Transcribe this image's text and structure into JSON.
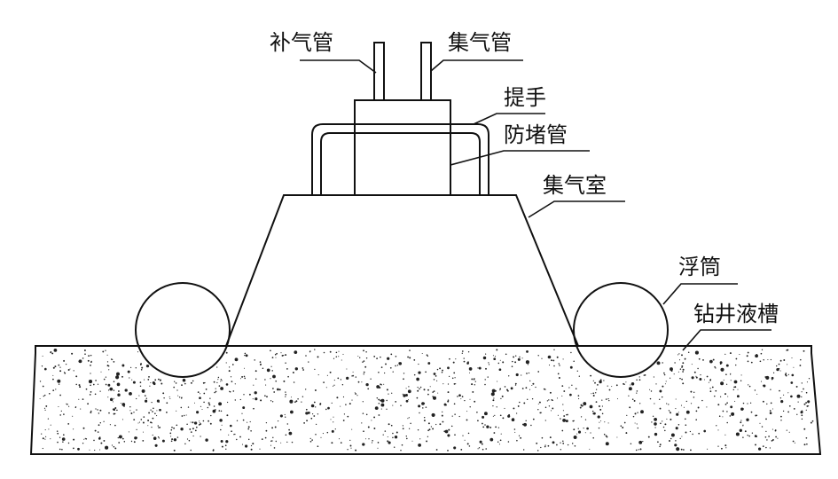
{
  "labels": {
    "supply_pipe": "补气管",
    "collect_pipe": "集气管",
    "handle": "提手",
    "anti_clog_pipe": "防堵管",
    "gas_chamber": "集气室",
    "float": "浮筒",
    "drilling_tank": "钻井液槽"
  },
  "colors": {
    "stroke": "#111111",
    "fill": "#ffffff",
    "speckle": "#222222"
  }
}
